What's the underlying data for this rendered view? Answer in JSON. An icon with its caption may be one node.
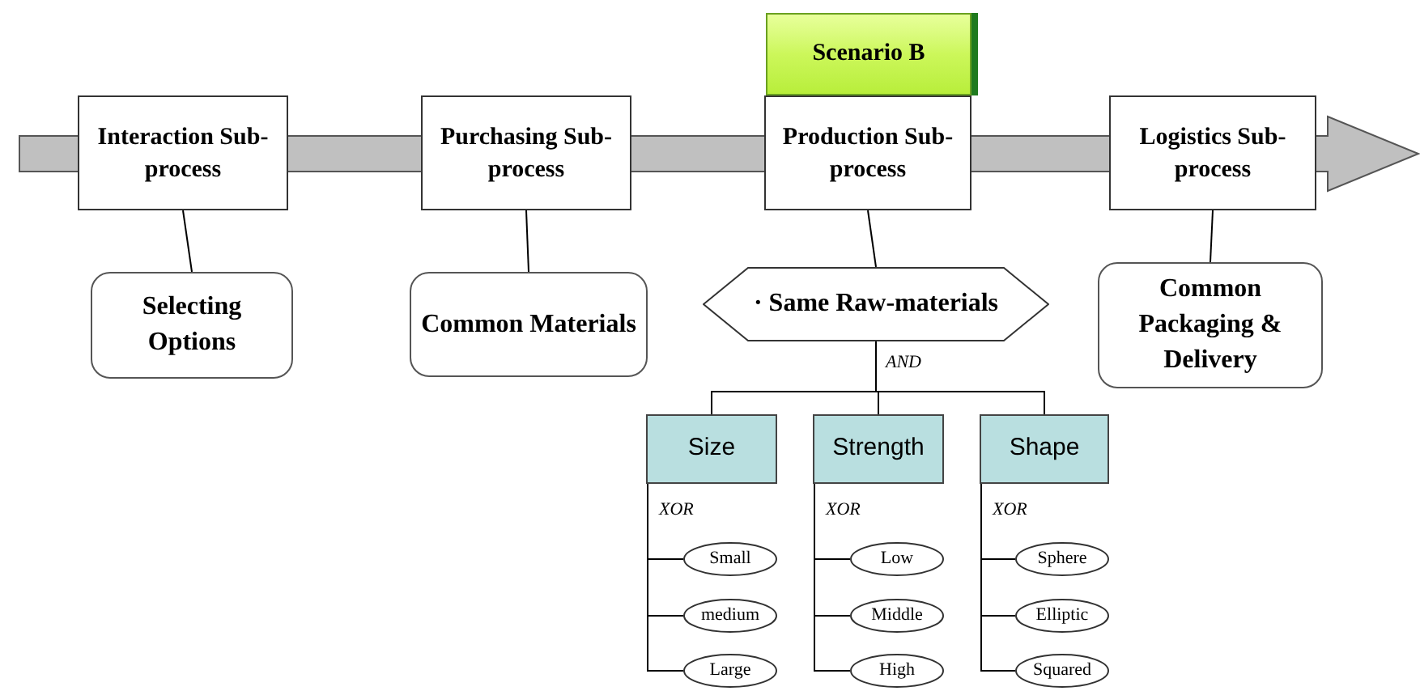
{
  "diagram": {
    "nodes": [
      {
        "text": [
          "Scenario B"
        ]
      },
      {
        "text": [
          "Interaction Sub-process"
        ]
      },
      {
        "text": [
          "Purchasing Sub-process"
        ]
      },
      {
        "text": [
          "Production Sub-process"
        ]
      },
      {
        "text": [
          "Logistics Sub-process"
        ]
      },
      {
        "text": [
          "Selecting Options"
        ]
      },
      {
        "text": [
          "Common Materials"
        ]
      },
      {
        "text": [
          "· Same Raw-materials"
        ]
      },
      {
        "text": [
          "Common Packaging & Delivery"
        ]
      },
      {
        "text": [
          "Size"
        ]
      },
      {
        "text": [
          "Strength"
        ]
      },
      {
        "text": [
          "Shape"
        ]
      },
      {
        "text": [
          "Small"
        ]
      },
      {
        "text": [
          "medium"
        ]
      },
      {
        "text": [
          "Large"
        ]
      },
      {
        "text": [
          "Low"
        ]
      },
      {
        "text": [
          "Middle"
        ]
      },
      {
        "text": [
          "High"
        ]
      },
      {
        "text": [
          "Sphere"
        ]
      },
      {
        "text": [
          "Elliptic"
        ]
      },
      {
        "text": [
          "Squared"
        ]
      }
    ],
    "edges": [
      {
        "from": 1,
        "to": 5,
        "arrow": "none"
      },
      {
        "from": 2,
        "to": 6,
        "arrow": "none"
      },
      {
        "from": 3,
        "to": 7,
        "arrow": "none"
      },
      {
        "from": 4,
        "to": 8,
        "arrow": "none"
      },
      {
        "from": 7,
        "to": 9,
        "arrow": "none"
      },
      {
        "from": 7,
        "to": 10,
        "arrow": "none"
      },
      {
        "from": 7,
        "to": 11,
        "arrow": "none"
      },
      {
        "from": 9,
        "to": 12,
        "arrow": "none"
      },
      {
        "from": 9,
        "to": 13,
        "arrow": "none"
      },
      {
        "from": 9,
        "to": 14,
        "arrow": "none"
      },
      {
        "from": 10,
        "to": 15,
        "arrow": "none"
      },
      {
        "from": 10,
        "to": 16,
        "arrow": "none"
      },
      {
        "from": 10,
        "to": 17,
        "arrow": "none"
      },
      {
        "from": 11,
        "to": 18,
        "arrow": "none"
      },
      {
        "from": 11,
        "to": 19,
        "arrow": "none"
      },
      {
        "from": 11,
        "to": 20,
        "arrow": "none"
      }
    ],
    "labels": [
      "AND",
      "XOR",
      "XOR",
      "XOR"
    ]
  }
}
